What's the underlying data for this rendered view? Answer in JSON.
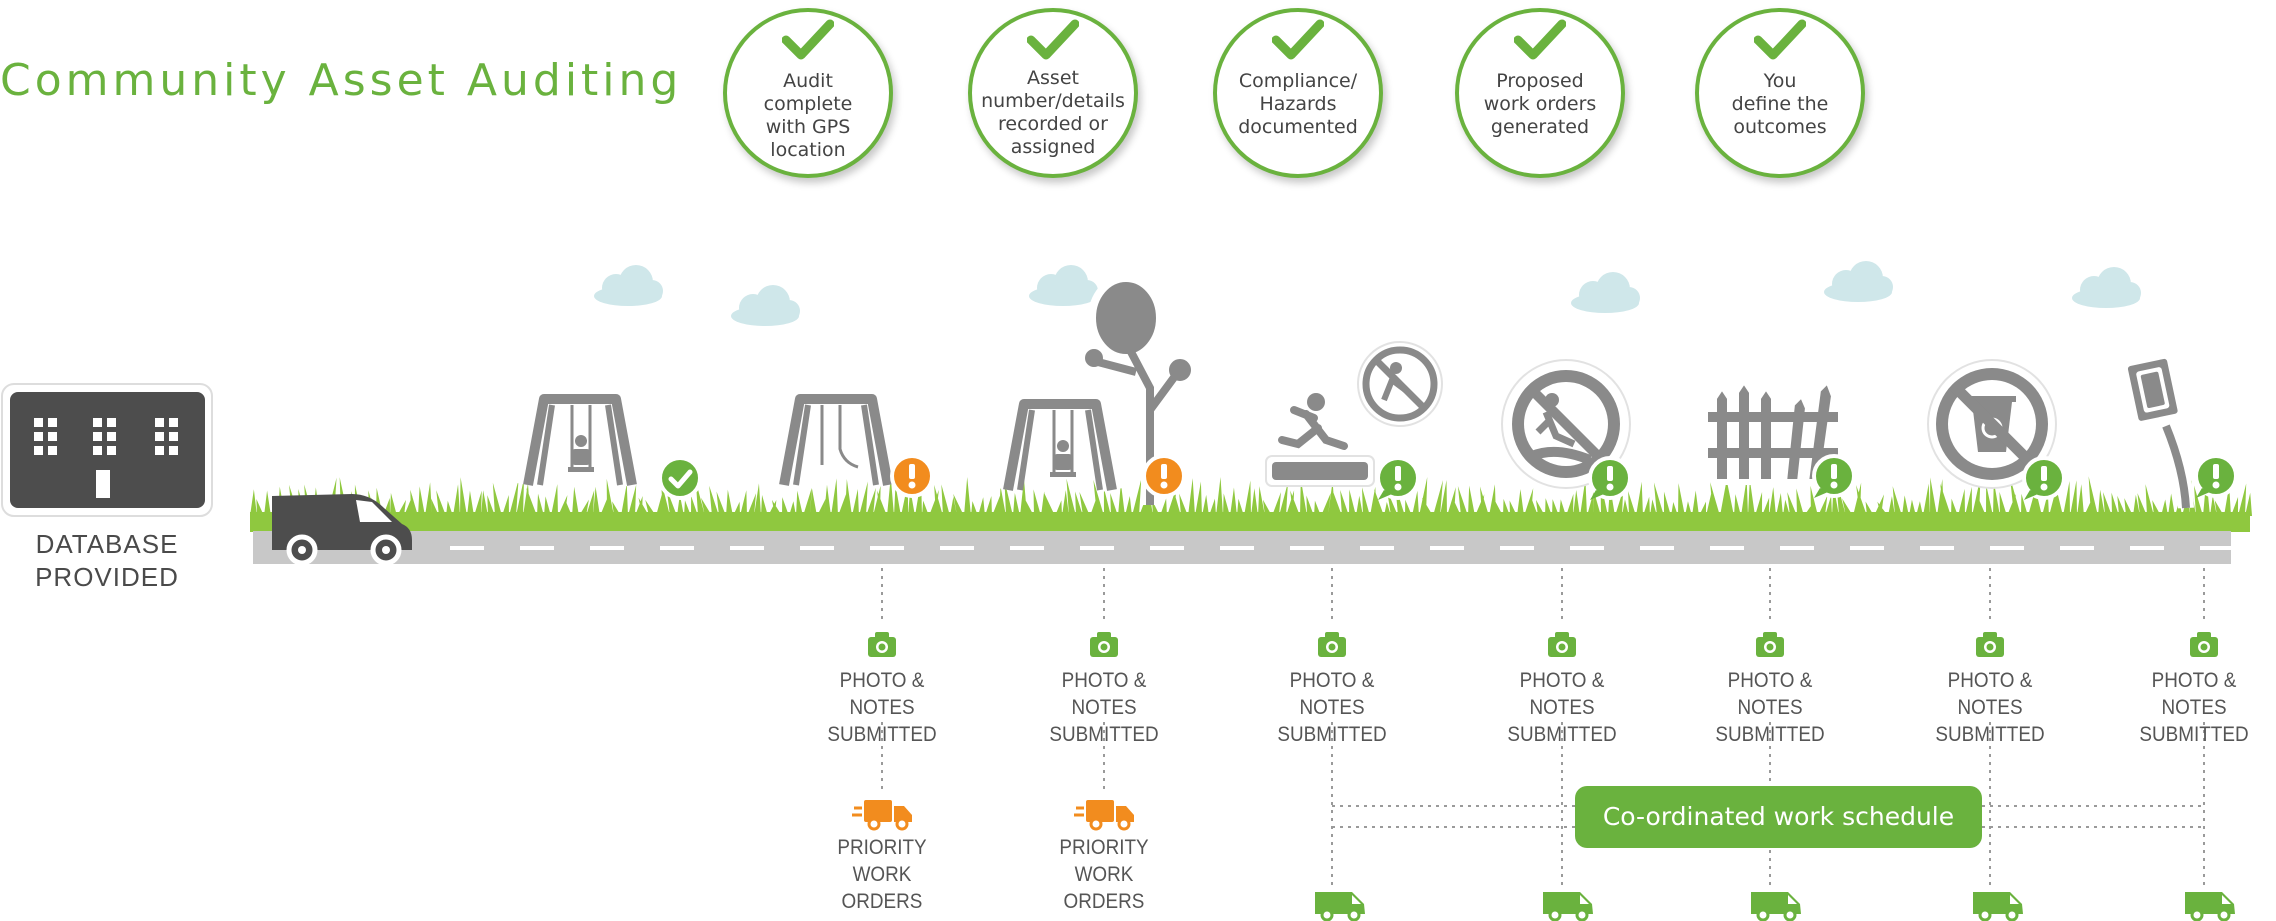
{
  "title": "Community Asset Auditing",
  "colors": {
    "green": "#6ab23e",
    "orange": "#f28c1e",
    "gray_dark": "#4d4d4d",
    "gray_asset": "#8a8a8a",
    "road": "#c8c8c8",
    "cloud": "#cfe7ea"
  },
  "steps": [
    {
      "text": "Audit\ncomplete\nwith GPS\nlocation",
      "icon": "check-icon"
    },
    {
      "text": "Asset\nnumber/details\nrecorded or\nassigned",
      "icon": "check-icon"
    },
    {
      "text": "Compliance/\nHazards\ndocumented",
      "icon": "check-icon"
    },
    {
      "text": "Proposed\nwork orders\ngenerated",
      "icon": "check-icon"
    },
    {
      "text": "You\ndefine the\noutcomes",
      "icon": "check-icon"
    }
  ],
  "database_label": "DATABASE\nPROVIDED",
  "assets": [
    {
      "name": "swing-set",
      "status": "ok"
    },
    {
      "name": "broken-swing-set",
      "status": "priority"
    },
    {
      "name": "swing-set-with-tree",
      "status": "priority"
    },
    {
      "name": "slip-hazard",
      "status": "issue"
    },
    {
      "name": "no-swimming-sign",
      "status": "issue"
    },
    {
      "name": "broken-fence",
      "status": "issue"
    },
    {
      "name": "no-bin-sign",
      "status": "issue"
    },
    {
      "name": "leaning-sign",
      "status": "issue"
    }
  ],
  "photo_notes_label": "PHOTO & NOTES\nSUBMITTED",
  "priority_label": "PRIORITY\nWORK ORDERS",
  "schedule_label": "Co-ordinated work schedule"
}
